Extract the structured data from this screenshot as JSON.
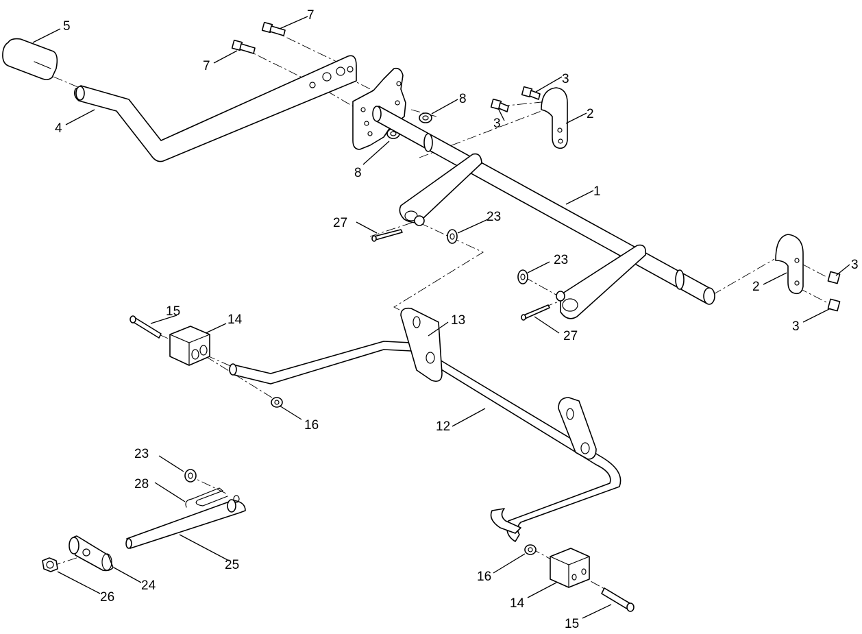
{
  "diagram": {
    "type": "exploded-parts-view",
    "callouts": [
      "1",
      "2",
      "3",
      "4",
      "5",
      "7",
      "8",
      "12",
      "13",
      "14",
      "15",
      "16",
      "23",
      "24",
      "25",
      "26",
      "27",
      "28"
    ]
  }
}
